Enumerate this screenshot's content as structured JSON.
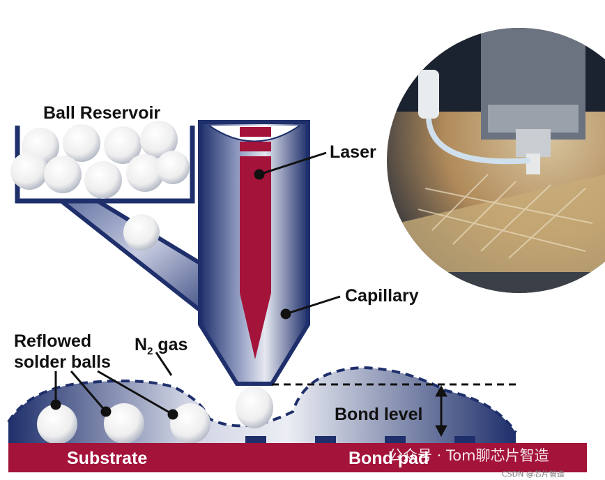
{
  "labels": {
    "ball_reservoir": "Ball Reservoir",
    "laser": "Laser",
    "capillary": "Capillary",
    "reflowed_line1": "Reflowed",
    "reflowed_line2": "solder balls",
    "n2_main": "N",
    "n2_sub": "2",
    "n2_rest": " gas",
    "bond_level": "Bond level",
    "substrate": "Substrate",
    "bond_pad": "Bond pad"
  },
  "watermark": {
    "main": "公众号 · Tom聊芯片智造",
    "sub": "CSDN @芯片智造"
  },
  "colors": {
    "navy": "#1e2f6b",
    "crimson": "#a3133a",
    "ball": "#f2f2f2",
    "label": "#111111"
  }
}
